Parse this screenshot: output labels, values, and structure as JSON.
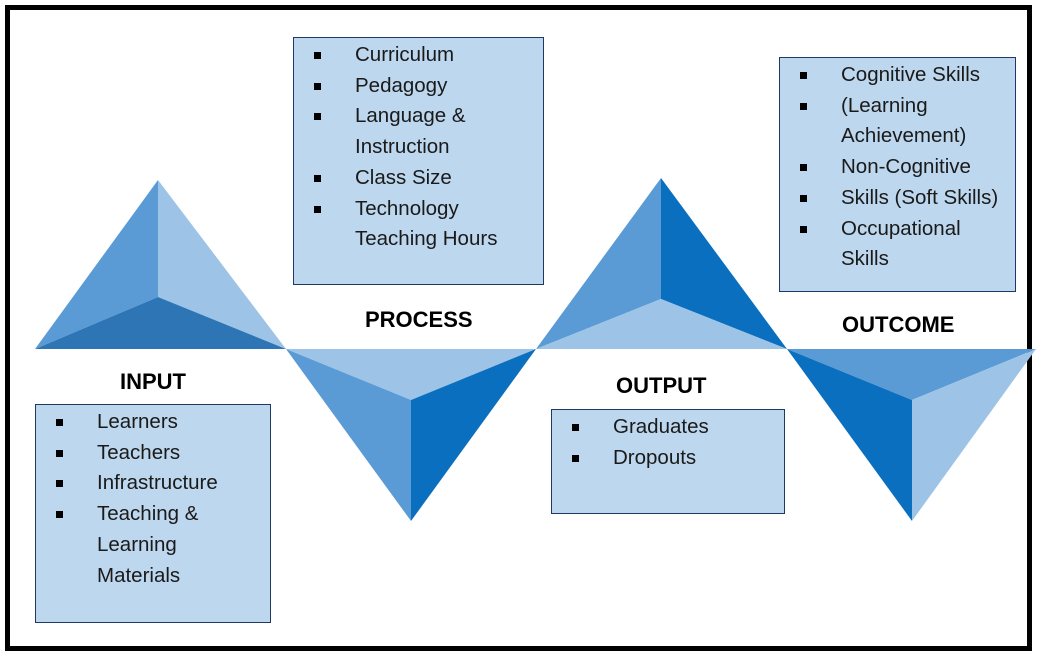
{
  "colors": {
    "light": "#9dc3e6",
    "medium": "#5b9bd5",
    "dark": "#2e75b6",
    "darker": "#0b6fc0",
    "box_fill": "#bdd7ee",
    "box_border": "#1f3864"
  },
  "stages": {
    "input": {
      "label": "INPUT",
      "items": [
        "Learners",
        "Teachers",
        "Infrastructure",
        "Teaching &",
        "Learning",
        "Materials"
      ]
    },
    "process": {
      "label": "PROCESS",
      "items": [
        "Curriculum",
        "Pedagogy",
        "Language &",
        "Instruction",
        "Class Size",
        "Technology",
        "Teaching Hours"
      ]
    },
    "output": {
      "label": "OUTPUT",
      "items": [
        "Graduates",
        "Dropouts"
      ]
    },
    "outcome": {
      "label": "OUTCOME",
      "items": [
        "Cognitive Skills",
        "(Learning",
        "Achievement)",
        "Non-Cognitive",
        "Skills (Soft Skills)",
        "Occupational",
        "Skills"
      ]
    }
  }
}
